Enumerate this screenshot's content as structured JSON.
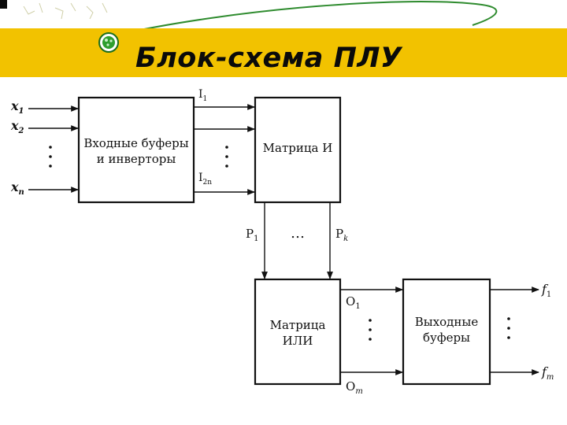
{
  "slide": {
    "title": "Блок-схема ПЛУ",
    "accent_color": "#f2c200"
  },
  "diagram": {
    "blocks": {
      "input_buffers": [
        "Входные буферы",
        "и инверторы"
      ],
      "and_matrix": "Матрица И",
      "or_matrix": [
        "Матрица",
        "ИЛИ"
      ],
      "output_buffers": [
        "Выходные",
        "буферы"
      ]
    },
    "inputs": {
      "first": "x",
      "first_sub": "1",
      "second": "x",
      "second_sub": "2",
      "last": "x",
      "last_sub": "n"
    },
    "inverter_outputs": {
      "first": "I",
      "first_sub": "1",
      "last": "I",
      "last_sub": "2n"
    },
    "products": {
      "first": "P",
      "first_sub": "1",
      "last": "P",
      "last_sub": "k",
      "ellipsis": "…"
    },
    "or_outputs": {
      "first": "O",
      "first_sub": "1",
      "last": "O",
      "last_sub": "m"
    },
    "outputs": {
      "first": "f",
      "first_sub": "1",
      "last": "f",
      "last_sub": "m"
    }
  }
}
